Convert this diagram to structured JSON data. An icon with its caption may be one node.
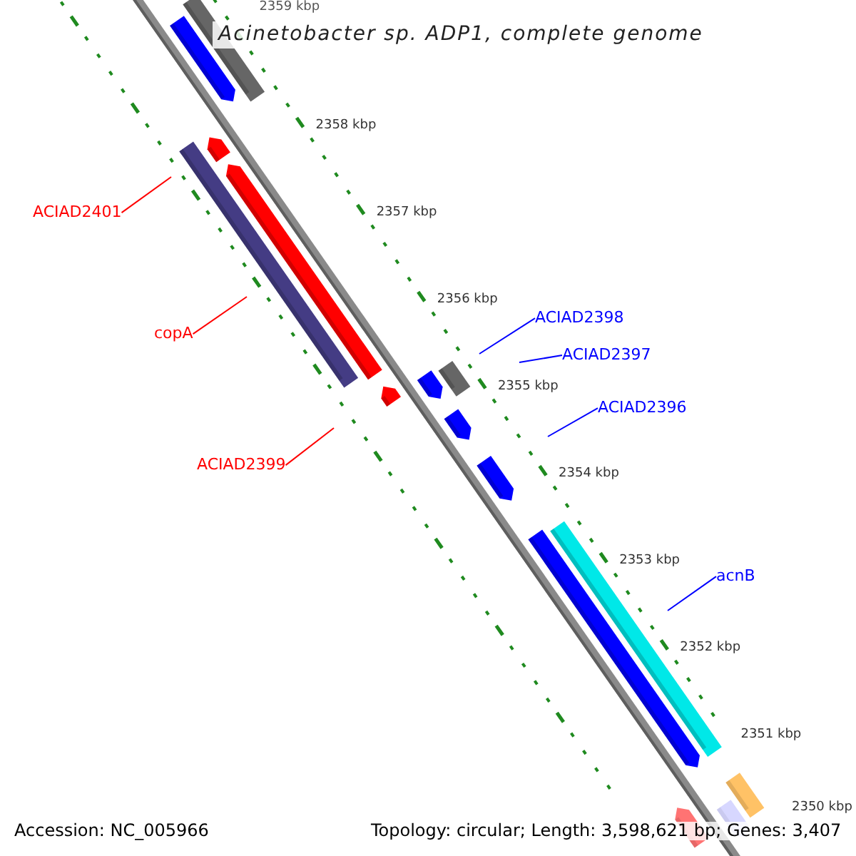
{
  "diagram": {
    "title": "Acinetobacter sp. ADP1, complete genome",
    "nodes": [
      {
        "text": [
          "ACIAD2401"
        ]
      },
      {
        "text": [
          "copA"
        ]
      },
      {
        "text": [
          "ACIAD2399"
        ]
      },
      {
        "text": [
          "ACIAD2398"
        ]
      },
      {
        "text": [
          "ACIAD2397"
        ]
      },
      {
        "text": [
          "ACIAD2396"
        ]
      },
      {
        "text": [
          "acnB"
        ]
      }
    ],
    "edges": [
      {
        "from": 0,
        "to": null,
        "arrow": "none",
        "color": "#ff0000"
      },
      {
        "from": 1,
        "to": null,
        "arrow": "none",
        "color": "#ff0000"
      },
      {
        "from": 2,
        "to": null,
        "arrow": "none",
        "color": "#ff0000"
      },
      {
        "from": 3,
        "to": null,
        "arrow": "none"
      },
      {
        "from": 4,
        "to": null,
        "arrow": "none"
      },
      {
        "from": 5,
        "to": null,
        "arrow": "none"
      },
      {
        "from": 6,
        "to": null,
        "arrow": "none"
      }
    ],
    "labels": [
      "2359 kbp",
      "2358 kbp",
      "2357 kbp",
      "2356 kbp",
      "2355 kbp",
      "2354 kbp",
      "2353 kbp",
      "2352 kbp",
      "2351 kbp",
      "2350 kbp",
      "Accession: NC_005966",
      "Topology: circular; Length: 3,598,621 bp; Genes: 3,407"
    ]
  }
}
